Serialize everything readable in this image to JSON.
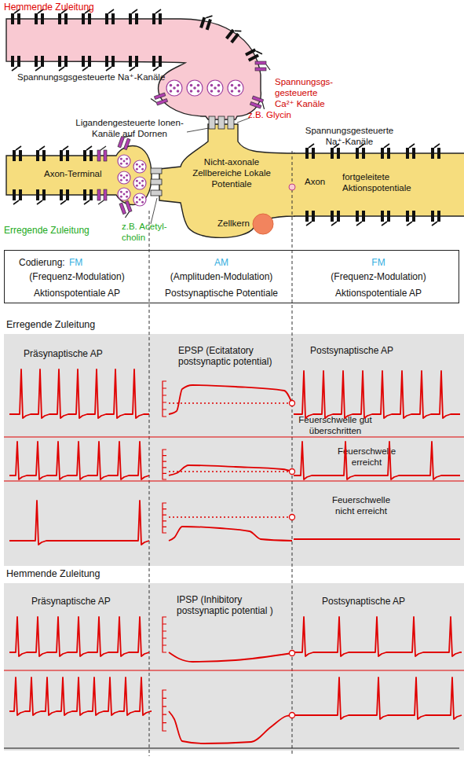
{
  "diagram": {
    "nodes": [
      {
        "text": [
          "Axon-Terminal"
        ]
      },
      {
        "text": [
          "Nicht-axonale Zellbereiche Lokale Potentiale"
        ]
      },
      {
        "text": [
          "Zellkern"
        ],
        "in": 1
      },
      {
        "text": [
          "Axon",
          "fortgeleitete Aktionspotentiale"
        ]
      },
      {
        "text": [
          "Codierung:",
          "FM",
          "(Frequenz-Modulation)",
          "Aktionspotentiale AP",
          "AM",
          "(Amplituden-Modulation)",
          "Postsynaptische Potentiale",
          "FM",
          "(Frequenz-Modulation)",
          "Aktionspotentiale AP"
        ]
      },
      {
        "text": [
          "Erregende Zuleitung",
          "Präsynaptische AP",
          "EPSP (Ecitatatory postsynaptic potential)",
          "Postsynaptische AP",
          "Feuerschwelle gut überschritten",
          "Feuerschwelle erreicht",
          "Feuerschwelle nicht erreicht"
        ]
      },
      {
        "text": [
          "Hemmende Zuleitung",
          "Präsynaptische AP",
          "IPSP (Inhibitory postsynaptic potential )",
          "Postsynaptische AP"
        ]
      }
    ],
    "labels": [
      "Hemmende Zuleitung",
      "Spannungsgsgesteuerte Na⁺-Kanäle",
      "Spannungsgs- gesteuerte Ca²⁺ Kanäle",
      "Ligandengesteuerte Ionen-Kanäle auf Dornen",
      "z.B. Glycin",
      "Spannungsgesteuerte Na⁺-Kanäle",
      "Erregende Zuleitung",
      "z.B. Acetyl- cholin"
    ]
  }
}
